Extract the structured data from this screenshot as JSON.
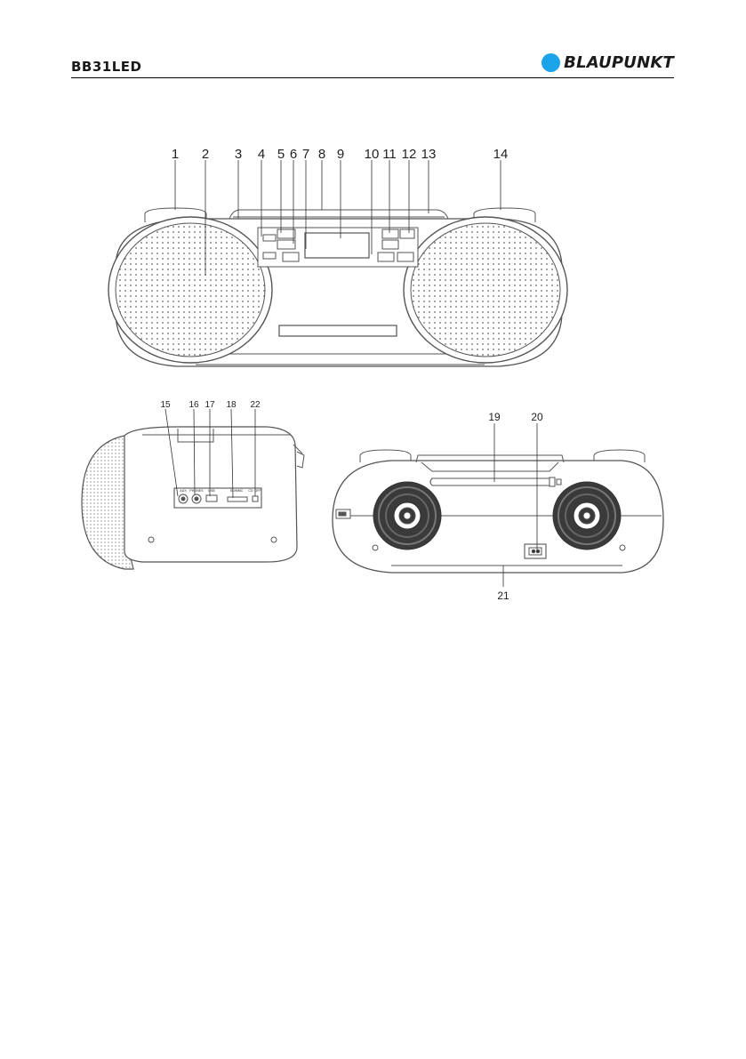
{
  "header": {
    "model": "BB31LED",
    "brand": "BLAUPUNKT"
  },
  "front_view": {
    "callouts": [
      "1",
      "2",
      "3",
      "4",
      "5",
      "6",
      "7",
      "8",
      "9",
      "10",
      "11",
      "12",
      "13",
      "14"
    ]
  },
  "side_view": {
    "callouts": [
      "15",
      "16",
      "17",
      "18",
      "22"
    ],
    "port_labels": [
      "AUX",
      "PHONES",
      "USB",
      "SD/MMC",
      "CD",
      "OFF"
    ]
  },
  "back_view": {
    "callouts": [
      "19",
      "20",
      "21"
    ]
  },
  "colors": {
    "brand_blue": "#1aa3e8",
    "line": "#555555"
  }
}
